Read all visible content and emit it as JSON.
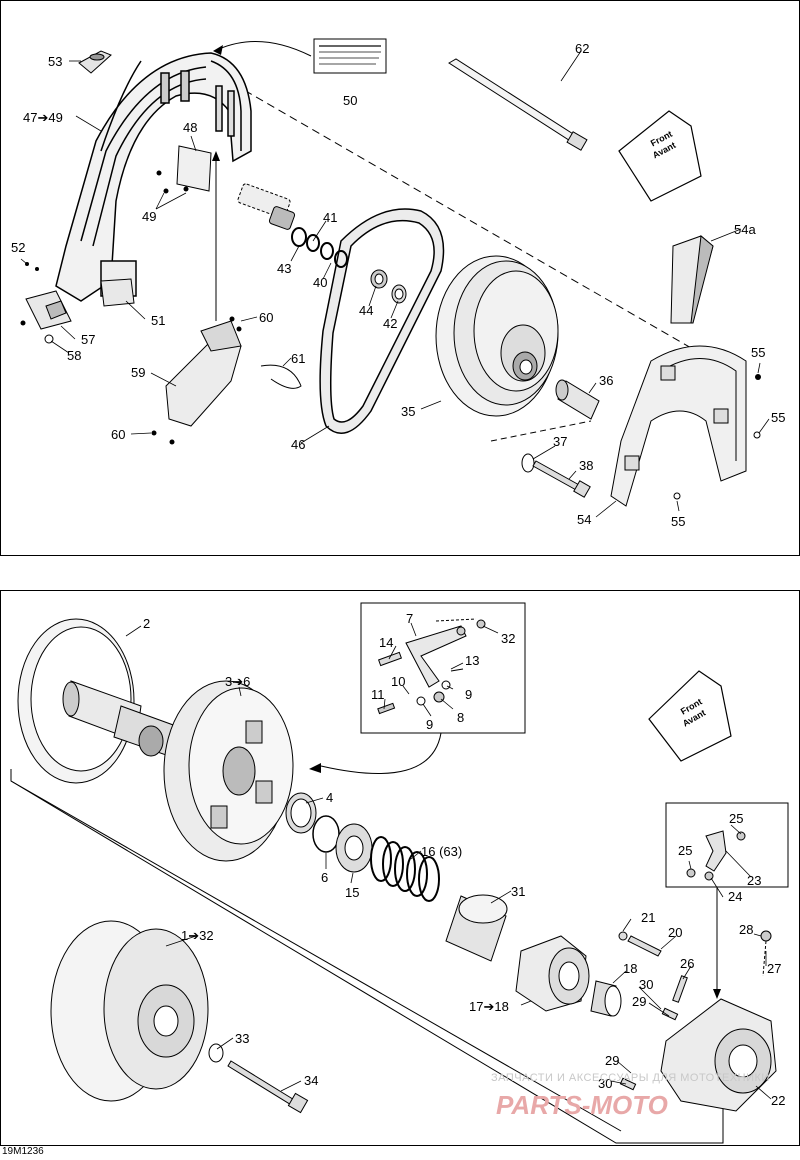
{
  "figure_code": "19M1236",
  "top_panel": {
    "callouts": {
      "c53": "53",
      "c47": "47➔49",
      "c48": "48",
      "c49": "49",
      "c52": "52",
      "c51": "51",
      "c57": "57",
      "c58": "58",
      "c50": "50",
      "c62": "62",
      "c41": "41",
      "c43": "43",
      "c40": "40",
      "c44": "44",
      "c42": "42",
      "c60a": "60",
      "c61": "61",
      "c59": "59",
      "c60b": "60",
      "c46": "46",
      "c35": "35",
      "c36": "36",
      "c37": "37",
      "c38": "38",
      "c54": "54",
      "c54a": "54a",
      "c55a": "55",
      "c55b": "55",
      "c55c": "55"
    },
    "front_arrow": {
      "line1": "Front",
      "line2": "Avant"
    }
  },
  "bottom_panel": {
    "callouts": {
      "c2": "2",
      "c3": "3➔6",
      "c4": "4",
      "c6": "6",
      "c15": "15",
      "c16": "16 (63)",
      "c31": "31",
      "c1": "1➔32",
      "c33": "33",
      "c34": "34",
      "c7": "7",
      "c14": "14",
      "c10": "10",
      "c11": "11",
      "c13": "13",
      "c9a": "9",
      "c9b": "9",
      "c8": "8",
      "c32": "32",
      "c21": "21",
      "c20": "20",
      "c26": "26",
      "c17": "17➔18",
      "c18": "18",
      "c30a": "30",
      "c29a": "29",
      "c29b": "29",
      "c30b": "30",
      "c25a": "25",
      "c25b": "25",
      "c24": "24",
      "c23": "23",
      "c28": "28",
      "c27": "27",
      "c22": "22"
    },
    "front_arrow": {
      "line1": "Front",
      "line2": "Avant"
    },
    "watermark": {
      "text": "ЗАПЧАСТИ И АКСЕССУАРЫ ДЛЯ МОТОТЕХНИКИ",
      "logo": "PARTS-MOTO"
    }
  }
}
